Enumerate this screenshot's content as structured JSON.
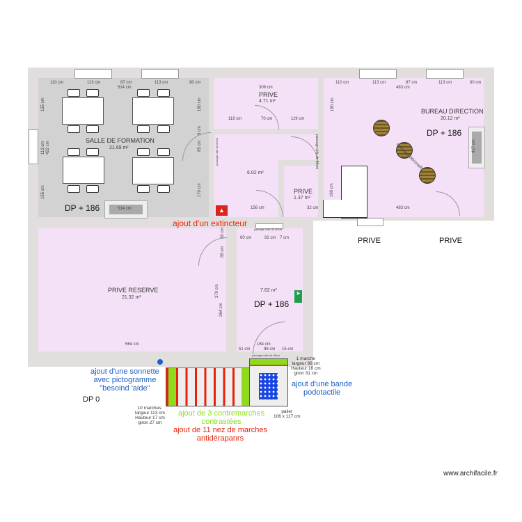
{
  "rooms": {
    "formation": {
      "name": "SALLE DE FORMATION",
      "area": "21.69 m²",
      "level": "DP + 186",
      "dims_top": [
        "110 cm",
        "113 cm",
        "87 cm",
        "113 cm",
        "90 cm"
      ],
      "width": "514 cm",
      "left": [
        "155 cm",
        "113 cm",
        "422 cm",
        "155 cm"
      ],
      "right": [
        "180 cm",
        "5 cm",
        "85 cm",
        "170 cm"
      ],
      "bottom": "514 cm"
    },
    "prive_top": {
      "name": "PRIVE",
      "area": "4.71 m²",
      "width": "309 cm",
      "dims": [
        "119 cm",
        "70 cm",
        "119 cm"
      ]
    },
    "hall": {
      "area": "6.02 m²",
      "dim": "156 cm",
      "passage1": "passage utile de 80cm",
      "passage2": "passage utile de 80cm"
    },
    "prive_small": {
      "name": "PRIVE",
      "area": "1.37 m²",
      "dim": "32 cm"
    },
    "bureau": {
      "name": "BUREAU DIRECTION",
      "area": "20.12 m²",
      "level": "DP + 186",
      "dims_top": [
        "110 cm",
        "113 cm",
        "87 cm",
        "113 cm",
        "60 cm"
      ],
      "width": "483 cm",
      "left": "180 cm",
      "right": "417 cm",
      "bottom": "483 cm",
      "desk": "160 cm",
      "rugs": "tonneaux décoratifs"
    },
    "reserve": {
      "name": "PRIVE RESERVE",
      "area": "21.32 m²",
      "bottom": "564 cm",
      "right": [
        "30 cm",
        "85 cm",
        "379 cm",
        "264 cm"
      ]
    },
    "corridor": {
      "area": "7.62 m²",
      "level": "DP + 186",
      "top": [
        "60 cm",
        "82 cm",
        "7 cm"
      ],
      "bottom": [
        "164 cm",
        "51 cm",
        "98 cm",
        "15 cm"
      ],
      "passage_top": "passage utile de 80cm",
      "passage_bottom": "passage utile de 98cm"
    }
  },
  "outside": {
    "prive1": "PRIVE",
    "prive2": "PRIVE",
    "level": "DP 0"
  },
  "annotations": {
    "extincteur": "ajout d'un extincteur",
    "sonnette": [
      "ajout d'une sonnette",
      "avec pictogramme",
      "\"besoind 'aide\""
    ],
    "bande": [
      "ajout d'une bande",
      "podotactile"
    ],
    "contremarches": [
      "ajout de 3 contremarches",
      "contrastées"
    ],
    "nez": [
      "ajout de 11 nez de marches",
      "antidérapanrs"
    ],
    "stairs": [
      "10 marches:",
      "largeur 113 cm",
      "Hauteur 17 cm",
      "giron 27 cm"
    ],
    "one_step": [
      "1 marche",
      "largeur 98 cm",
      "Hauteur 16 cm",
      "giron 31 cm"
    ],
    "palier": [
      "palier",
      "106 x 117 cm"
    ]
  },
  "colors": {
    "room": "#f5e1f7",
    "formation": "#d2d2d2",
    "wall": "#e2dede",
    "red": "#e8220a",
    "blue": "#1d5fc6",
    "green": "#8edb1e"
  },
  "footer": "www.archifacile.fr"
}
